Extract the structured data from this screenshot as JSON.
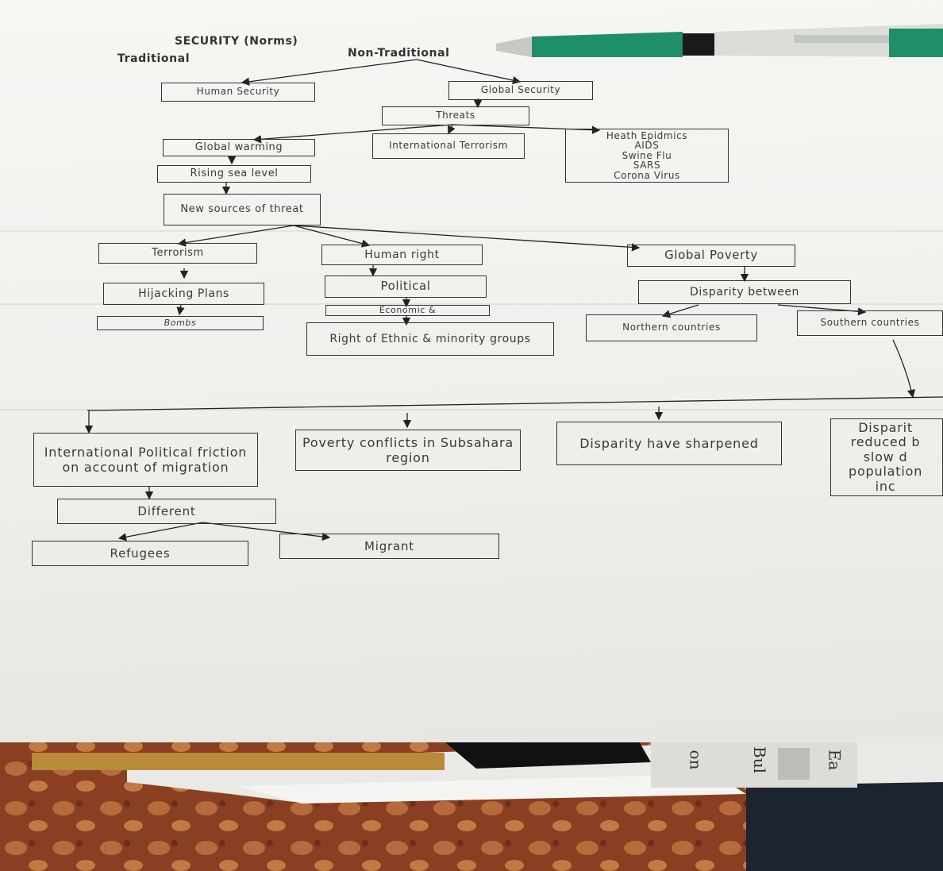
{
  "diagram": {
    "title": "SECURITY (Norms)",
    "traditional": "Traditional",
    "non_traditional": "Non-Traditional",
    "human_security": "Human Security",
    "global_security": "Global Security",
    "threats": "Threats",
    "global_warming": "Global warming",
    "international_terrorism": "International Terrorism",
    "health_epidemics": "Heath Epidmics\nAIDS\nSwine Flu\nSARS\nCorona Virus",
    "rising_sea_level": "Rising sea level",
    "new_sources_of_threat": "New sources of threat",
    "terrorism": "Terrorism",
    "human_right": "Human right",
    "global_poverty": "Global Poverty",
    "hijacking_plans": "Hijacking Plans",
    "political": "Political",
    "economic": "Economic &",
    "right_of_ethnic": "Right of Ethnic & minority groups",
    "bombs": "Bombs",
    "disparity_between": "Disparity between",
    "northern_countries": "Northern countries",
    "southern_countries": "Southern countries",
    "international_political_friction": "International Political friction on account of migration",
    "poverty_conflicts": "Poverty conflicts in Subsahara region",
    "disparity_sharpened": "Disparity have sharpened",
    "disparity_reduced": "Disparit\nreduced b\nslow d\npopulation\ninc",
    "different": "Different",
    "refugees": "Refugees",
    "migrant": "Migrant"
  },
  "background": {
    "spine_labels": [
      "on",
      "Bul",
      "Ea"
    ]
  },
  "colors": {
    "paper": "#f3f3f0",
    "ink": "#333333",
    "pen_body": "#1f8f6a",
    "carpet": "#a0502a"
  }
}
